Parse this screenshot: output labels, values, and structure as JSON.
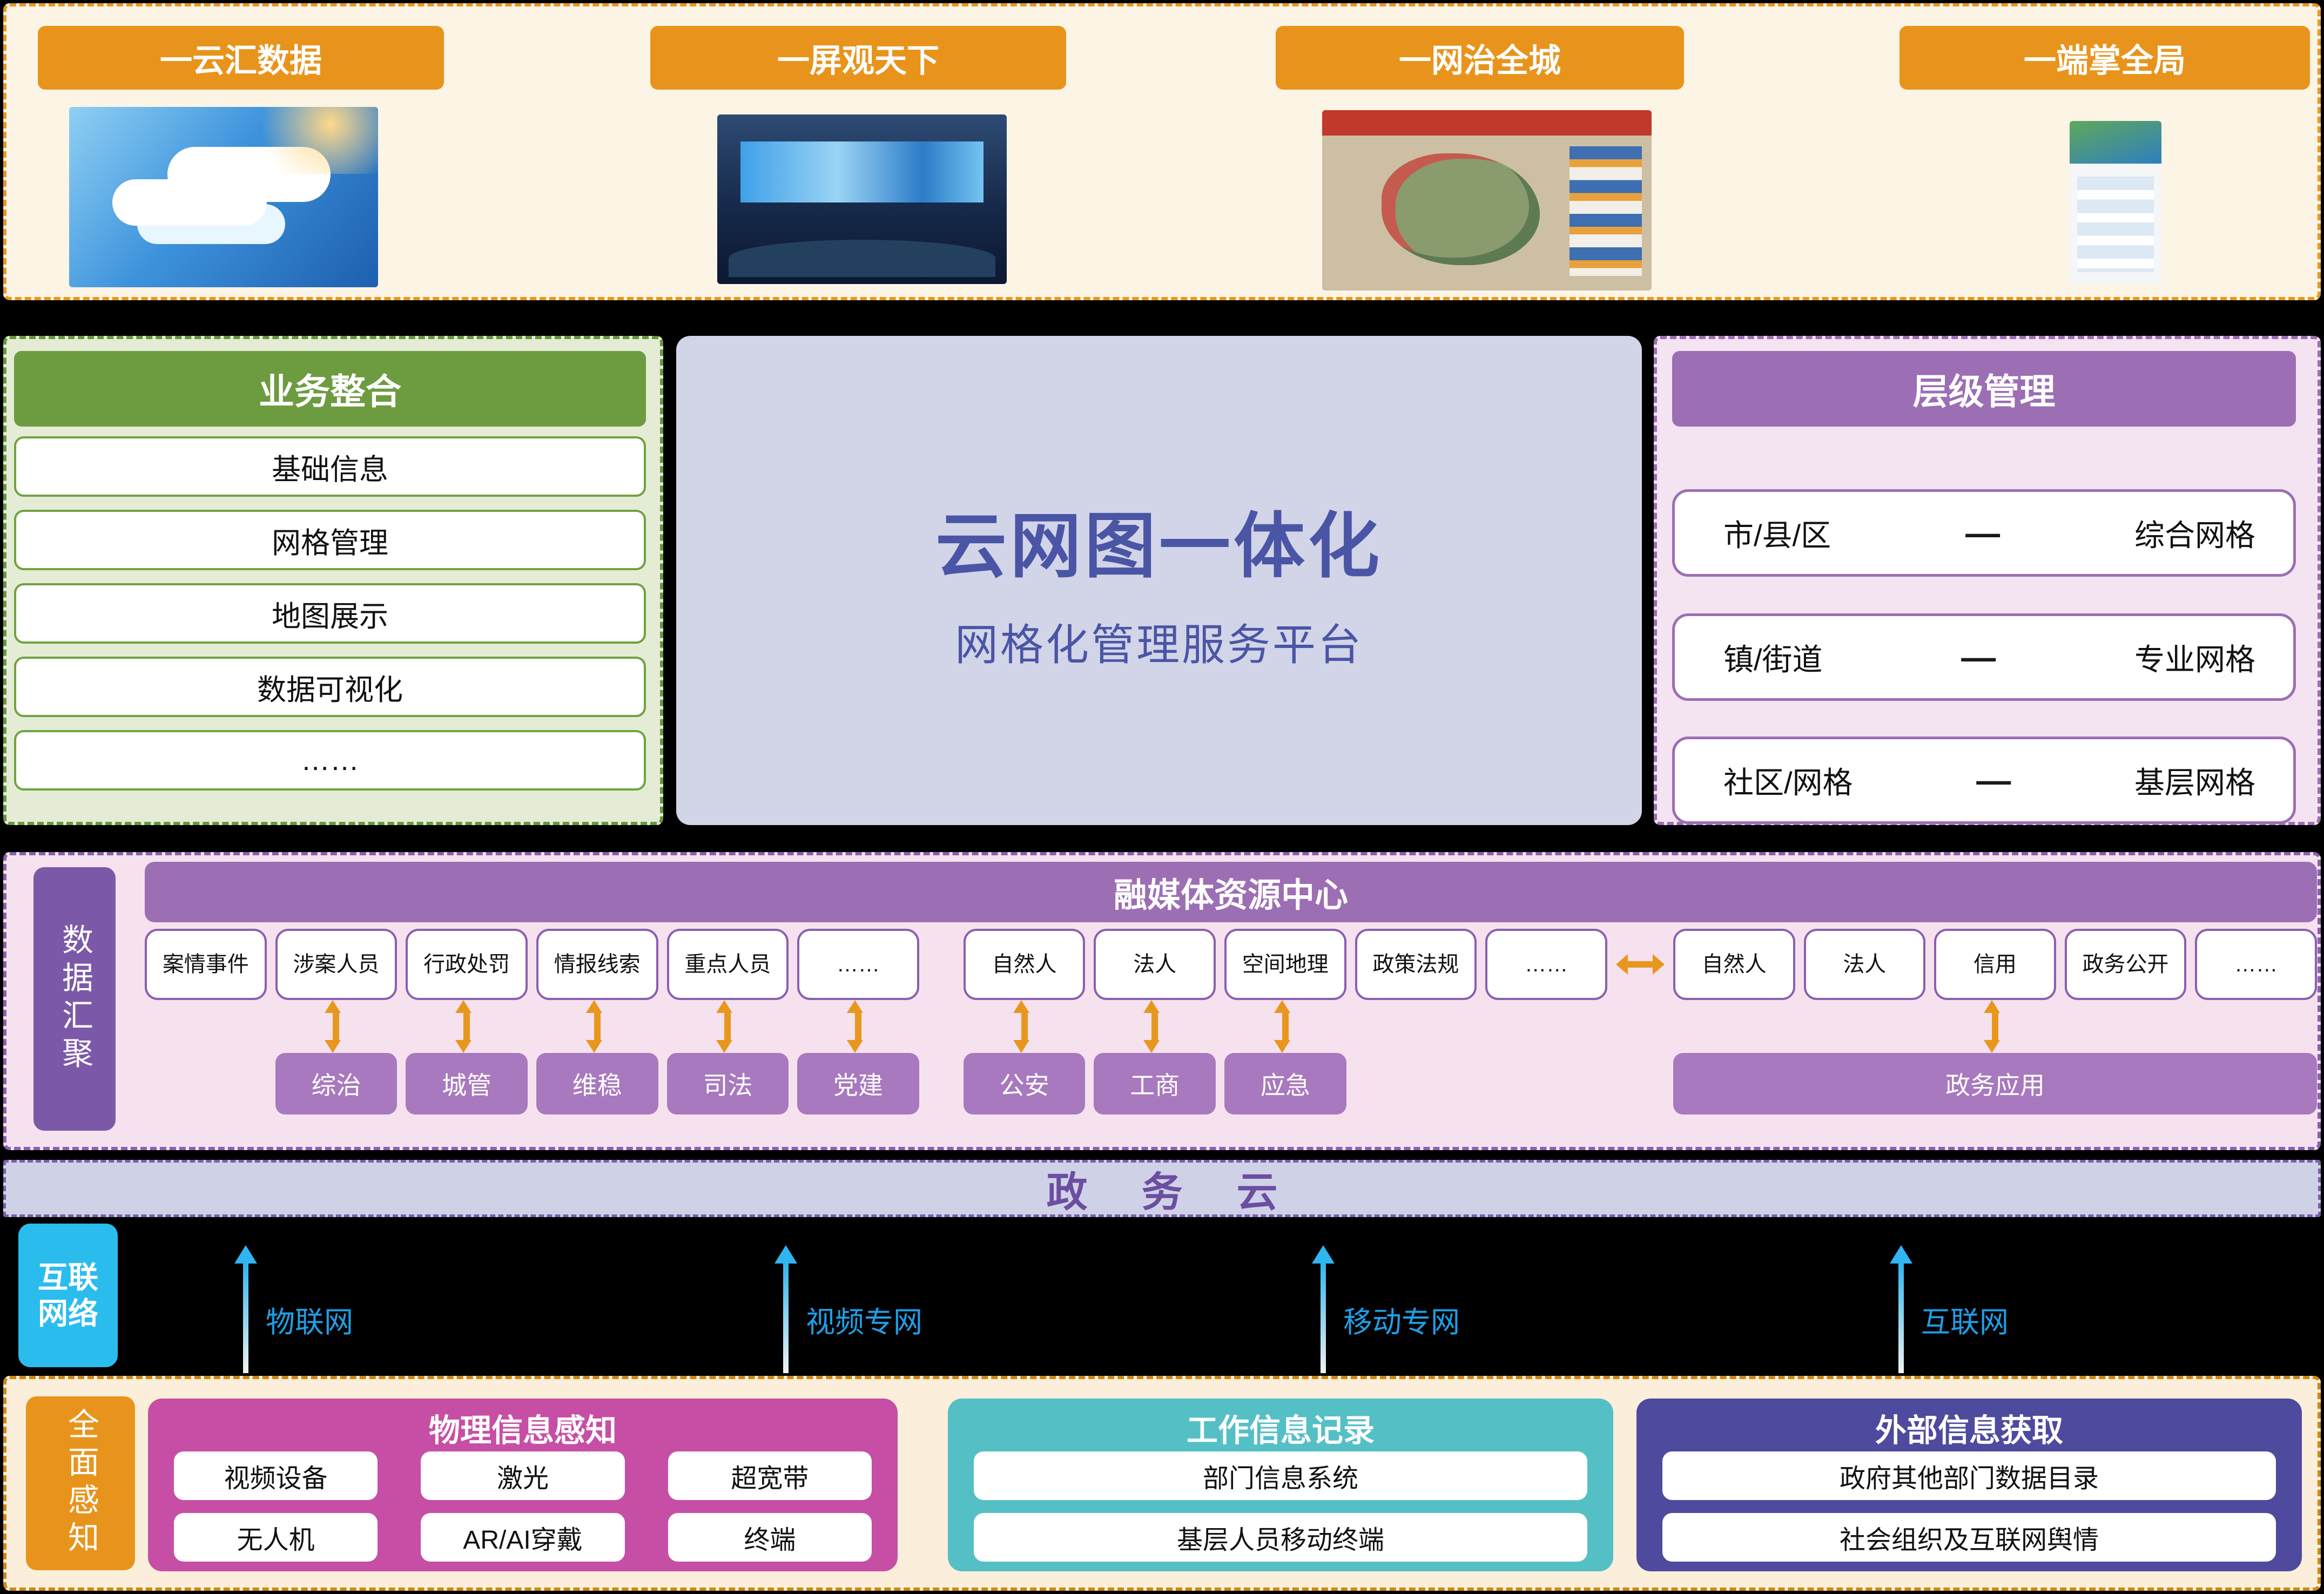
{
  "page_title": "云网图一体化网格化管理服务平台",
  "colors": {
    "background": "#000000",
    "panel_cream": "#FCF4E5",
    "banner_orange": "#E8941C",
    "green_header": "#6D9C40",
    "lavender_core": "#D2D4E8",
    "core_text_blue": "#4A55A5",
    "purple_header": "#9C6EB4",
    "deep_purple_label": "#7C59A8",
    "dept_purple": "#A879BE",
    "hub_pink_bg": "#F5E2EE",
    "cloud_bar_lavender": "#CFD2E7",
    "network_cyan": "#2BBCEE",
    "network_text_blue": "#1E9FE8",
    "magenta_panel": "#C64FA5",
    "teal_panel": "#55BFC6",
    "indigo_panel": "#4E4A9E",
    "arrow_orange": "#E8971E"
  },
  "top_banners": {
    "items": [
      {
        "label": "一云汇数据",
        "image": "cloud-data-photo"
      },
      {
        "label": "一屏观天下",
        "image": "command-center-photo"
      },
      {
        "label": "一网治全城",
        "image": "city-map-dashboard-photo"
      },
      {
        "label": "一端掌全局",
        "image": "mobile-app-photo"
      }
    ]
  },
  "business_panel": {
    "title": "业务整合",
    "items": [
      "基础信息",
      "网格管理",
      "地图展示",
      "数据可视化",
      "……"
    ]
  },
  "core": {
    "title": "云网图一体化",
    "subtitle": "网格化管理服务平台"
  },
  "hierarchy_panel": {
    "title": "层级管理",
    "rows": [
      {
        "left": "市/县/区",
        "dash": "—",
        "right": "综合网格"
      },
      {
        "left": "镇/街道",
        "dash": "—",
        "right": "专业网格"
      },
      {
        "left": "社区/网格",
        "dash": "—",
        "right": "基层网格"
      }
    ]
  },
  "data_hub": {
    "side_label": "数据汇聚",
    "header": "融媒体资源中心",
    "resources_left": [
      "案情事件",
      "涉案人员",
      "行政处罚",
      "情报线索",
      "重点人员",
      "……"
    ],
    "resources_mid": [
      "自然人",
      "法人",
      "空间地理",
      "政策法规",
      "……"
    ],
    "resources_right": [
      "自然人",
      "法人",
      "信用",
      "政务公开",
      "……"
    ],
    "departments": [
      "综治",
      "城管",
      "维稳",
      "司法",
      "党建",
      "公安",
      "工商",
      "应急"
    ],
    "gov_app": "政务应用"
  },
  "gov_cloud": {
    "label": "政务云"
  },
  "network": {
    "side_label": "互联网络",
    "links": [
      "物联网",
      "视频专网",
      "移动专网",
      "互联网"
    ]
  },
  "sensing": {
    "side_label": "全面感知",
    "physical": {
      "title": "物理信息感知",
      "items": [
        "视频设备",
        "激光",
        "超宽带",
        "无人机",
        "AR/AI穿戴",
        "终端"
      ]
    },
    "work": {
      "title": "工作信息记录",
      "items": [
        "部门信息系统",
        "基层人员移动终端"
      ]
    },
    "external": {
      "title": "外部信息获取",
      "items": [
        "政府其他部门数据目录",
        "社会组织及互联网舆情"
      ]
    }
  }
}
